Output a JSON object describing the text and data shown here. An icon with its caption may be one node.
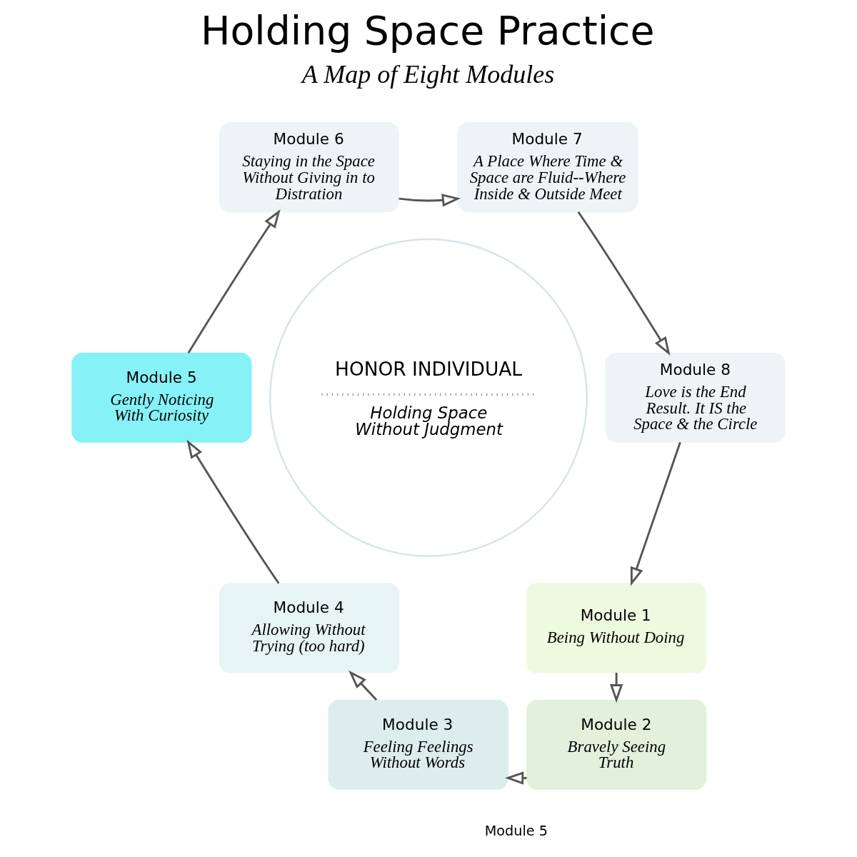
{
  "diagram": {
    "title": "Holding Space Practice",
    "caption": "Module 5",
    "nodes": [
      {
        "text": [
          "Module 1",
          "Being Without Doing"
        ]
      },
      {
        "text": [
          "Module 2",
          "Bravely Seeing Truth"
        ]
      },
      {
        "text": [
          "Module 3",
          "Feeling Feelings Without Words"
        ]
      },
      {
        "text": [
          "Module 4",
          "Allowing Without Trying (too hard)"
        ]
      },
      {
        "text": [
          "Module 5",
          "Gently Noticing With Curiosity"
        ]
      },
      {
        "text": [
          "Module 6",
          "Staying in the Space Without Giving in to Distration"
        ]
      },
      {
        "text": [
          "Module 7",
          "A Place Where Time & Space are Fluid--Where Inside & Outside Meet"
        ]
      },
      {
        "text": [
          "Module 8",
          "Love is the End Result. It IS the Space & the Circle"
        ]
      },
      {
        "text": [
          "HONOR INDIVIDUAL",
          "Holding Space Without Judgment"
        ]
      }
    ],
    "edges": [
      {
        "from": 0,
        "to": 1,
        "arrow": "to"
      },
      {
        "from": 1,
        "to": 2,
        "arrow": "to"
      },
      {
        "from": 2,
        "to": 3,
        "arrow": "to"
      },
      {
        "from": 3,
        "to": 4,
        "arrow": "to"
      },
      {
        "from": 4,
        "to": 5,
        "arrow": "to"
      },
      {
        "from": 5,
        "to": 6,
        "arrow": "to"
      },
      {
        "from": 6,
        "to": 7,
        "arrow": "to"
      },
      {
        "from": 7,
        "to": 0,
        "arrow": "to"
      }
    ],
    "labels": [
      "A Map of Eight Modules"
    ]
  }
}
